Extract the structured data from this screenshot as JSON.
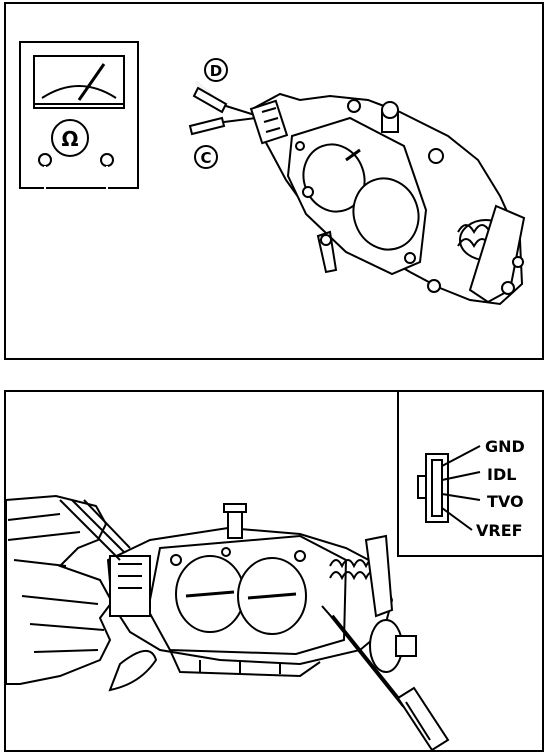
{
  "top_panel": {
    "meter_symbol": "Ω",
    "probe_d_label": "D",
    "probe_c_label": "C"
  },
  "bottom_panel": {
    "connector_pins": [
      "GND",
      "IDL",
      "TVO",
      "VREF"
    ]
  },
  "icons": {
    "meter": "ohmmeter-icon",
    "throttle_body": "throttle-body-icon",
    "hand": "hand-icon",
    "screwdriver": "screwdriver-icon",
    "connector": "connector-icon"
  }
}
